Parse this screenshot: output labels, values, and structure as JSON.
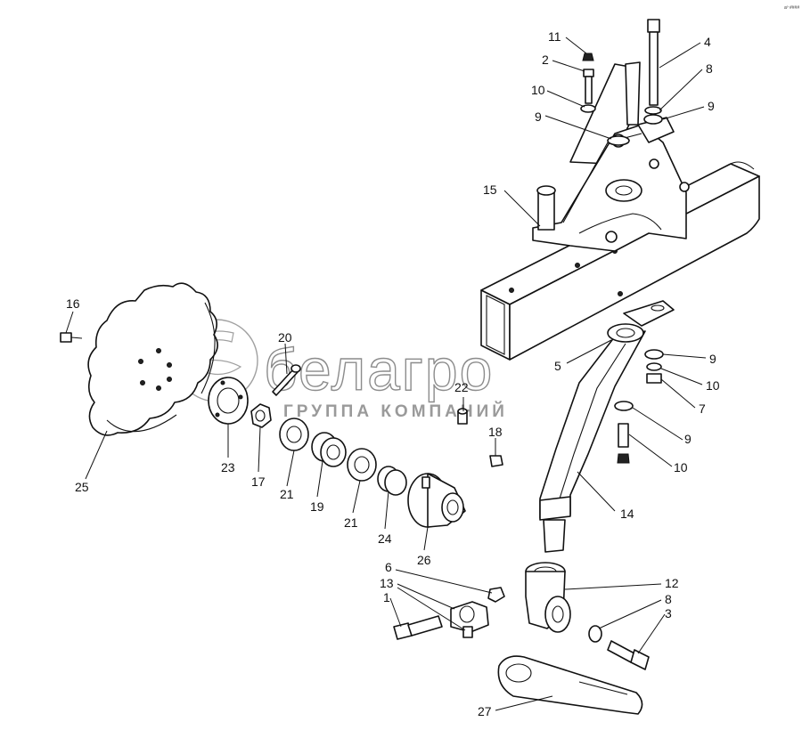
{
  "corner_code": "aº ####",
  "watermark": {
    "brand": "белагро",
    "subtitle": "ГРУППА КОМПАНИЙ"
  },
  "callouts": [
    {
      "id": "c11a",
      "text": "11"
    },
    {
      "id": "c2",
      "text": "2"
    },
    {
      "id": "c10a",
      "text": "10"
    },
    {
      "id": "c9a",
      "text": "9"
    },
    {
      "id": "c4",
      "text": "4"
    },
    {
      "id": "c8a",
      "text": "8"
    },
    {
      "id": "c9b",
      "text": "9"
    },
    {
      "id": "c15",
      "text": "15"
    },
    {
      "id": "c16",
      "text": "16"
    },
    {
      "id": "c20",
      "text": "20"
    },
    {
      "id": "c5",
      "text": "5"
    },
    {
      "id": "c9c",
      "text": "9"
    },
    {
      "id": "c10b",
      "text": "10"
    },
    {
      "id": "c7",
      "text": "7"
    },
    {
      "id": "c22",
      "text": "22"
    },
    {
      "id": "c18",
      "text": "18"
    },
    {
      "id": "c9d",
      "text": "9"
    },
    {
      "id": "c10c",
      "text": "10"
    },
    {
      "id": "c23",
      "text": "23"
    },
    {
      "id": "c17",
      "text": "17"
    },
    {
      "id": "c21a",
      "text": "21"
    },
    {
      "id": "c19",
      "text": "19"
    },
    {
      "id": "c21b",
      "text": "21"
    },
    {
      "id": "c24",
      "text": "24"
    },
    {
      "id": "c25",
      "text": "25"
    },
    {
      "id": "c26",
      "text": "26"
    },
    {
      "id": "c14",
      "text": "14"
    },
    {
      "id": "c6",
      "text": "6"
    },
    {
      "id": "c13",
      "text": "13"
    },
    {
      "id": "c1",
      "text": "1"
    },
    {
      "id": "c12",
      "text": "12"
    },
    {
      "id": "c8b",
      "text": "8"
    },
    {
      "id": "c3",
      "text": "3"
    },
    {
      "id": "c27",
      "text": "27"
    }
  ]
}
